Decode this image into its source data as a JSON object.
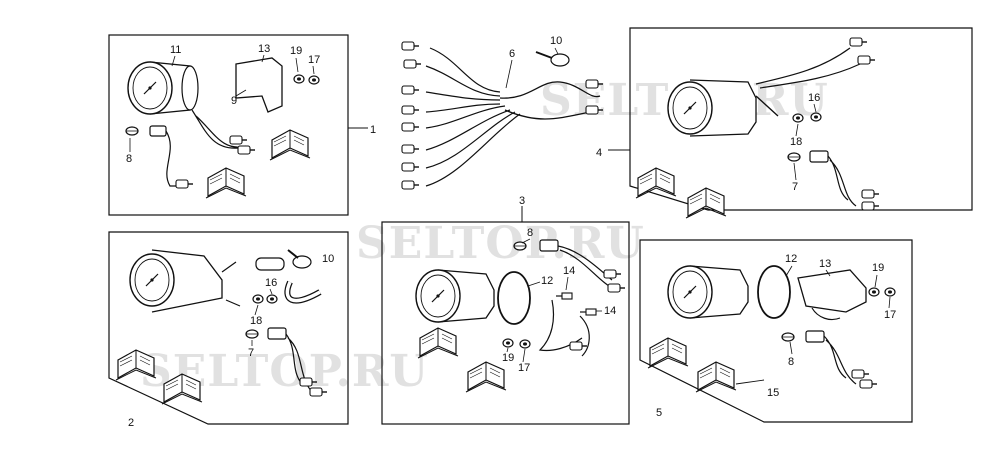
{
  "watermarks": [
    "SELTOP.RU",
    "SELTOP.RU",
    "SELTOP.RU"
  ],
  "callouts": {
    "p1": "1",
    "p2": "2",
    "p3": "3",
    "p4": "4",
    "p5": "5",
    "p6": "6",
    "p7a": "7",
    "p7b": "7",
    "p8a": "8",
    "p8b": "8",
    "p8c": "8",
    "p9": "9",
    "p10a": "10",
    "p10b": "10",
    "p11": "11",
    "p12a": "12",
    "p12b": "12",
    "p13a": "13",
    "p13b": "13",
    "p14a": "14",
    "p14b": "14",
    "p15": "15",
    "p16a": "16",
    "p16b": "16",
    "p17a": "17",
    "p17b": "17",
    "p17c": "17",
    "p18a": "18",
    "p18b": "18",
    "p19a": "19",
    "p19b": "19",
    "p19c": "19"
  },
  "colors": {
    "line": "#111111",
    "watermark": "#c9c9c9",
    "background": "#ffffff"
  }
}
